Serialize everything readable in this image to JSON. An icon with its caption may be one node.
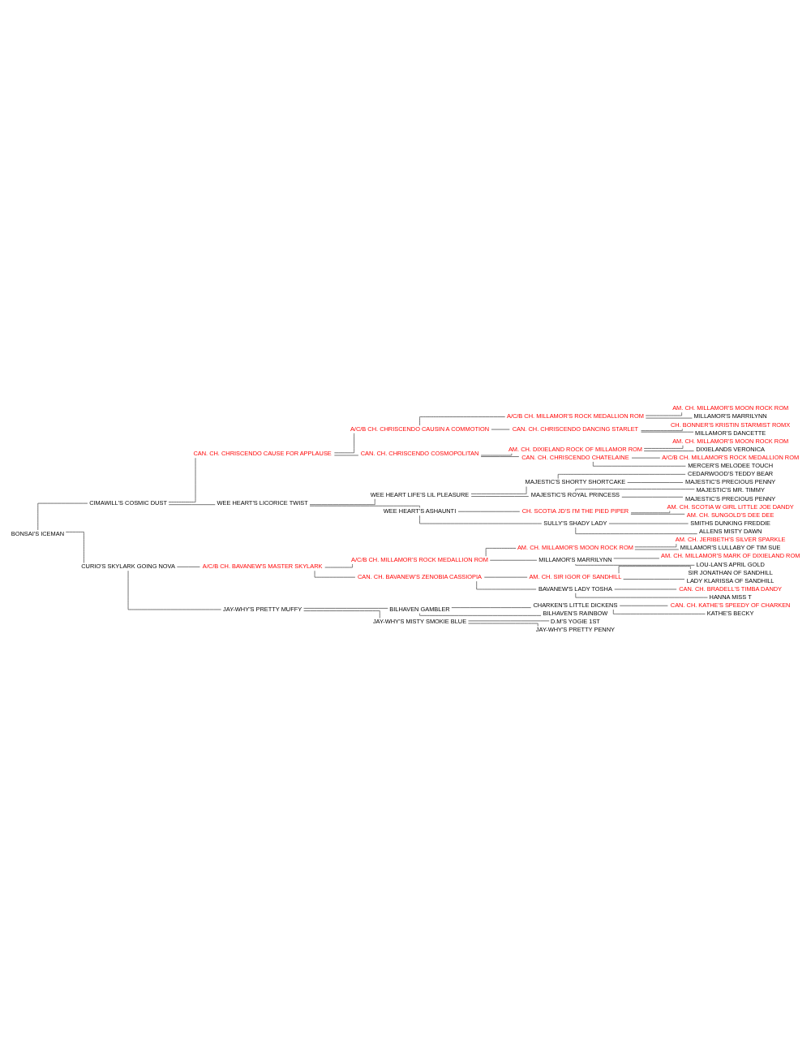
{
  "diagram": {
    "nodes": [
      {
        "text": [
          "AM. CH. MILLAMOR'S MOON ROCK ROM"
        ]
      },
      {
        "text": [
          "A/C/B CH. MILLAMOR'S ROCK MEDALLION ROM"
        ]
      },
      {
        "text": [
          "MILLAMOR'S MARRILYNN"
        ]
      },
      {
        "text": [
          "A/C/B CH. CHRISCENDO CAUSIN A COMMOTION"
        ]
      },
      {
        "text": [
          "CH. BONNER'S KRISTIN STARMIST ROMX"
        ]
      },
      {
        "text": [
          "CAN. CH. CHRISCENDO DANCING STARLET"
        ]
      },
      {
        "text": [
          "MILLAMOR'S DANCETTE"
        ]
      },
      {
        "text": [
          "CAN. CH. CHRISCENDO CAUSE FOR APPLAUSE"
        ]
      },
      {
        "text": [
          "AM. CH. MILLAMOR'S MOON ROCK ROM"
        ]
      },
      {
        "text": [
          "AM. CH. DIXIELAND ROCK OF MILLAMOR ROM"
        ]
      },
      {
        "text": [
          "DIXIELANDS VERONICA"
        ]
      },
      {
        "text": [
          "CAN. CH. CHRISCENDO COSMOPOLITAN"
        ]
      },
      {
        "text": [
          "A/C/B CH. MILLAMOR'S ROCK MEDALLION ROM"
        ]
      },
      {
        "text": [
          "CAN. CH. CHRISCENDO CHATELAINE"
        ]
      },
      {
        "text": [
          "MERCER'S MELODEE TOUCH"
        ]
      },
      {
        "text": [
          "CIMAWILL'S COSMIC DUST"
        ]
      },
      {
        "text": [
          "CEDARWOOD'S TEDDY BEAR"
        ]
      },
      {
        "text": [
          "MAJESTIC'S SHORTY SHORTCAKE"
        ]
      },
      {
        "text": [
          "MAJESTIC'S PRECIOUS PENNY"
        ]
      },
      {
        "text": [
          "WEE HEART LIFE'S LIL PLEASURE"
        ]
      },
      {
        "text": [
          "MAJESTIC'S MR. TIMMY"
        ]
      },
      {
        "text": [
          "MAJESTIC'S ROYAL PRINCESS"
        ]
      },
      {
        "text": [
          "MAJESTIC'S PRECIOUS PENNY"
        ]
      },
      {
        "text": [
          "WEE HEART'S LICORICE TWIST"
        ]
      },
      {
        "text": [
          "AM. CH. SCOTIA W GIRL LITTLE JOE DANDY"
        ]
      },
      {
        "text": [
          "CH. SCOTIA JD'S I'M THE PIED PIPER"
        ]
      },
      {
        "text": [
          "AM. CH. SUNGOLD'S DEE DEE"
        ]
      },
      {
        "text": [
          "WEE HEART'S ASHAUNTI"
        ]
      },
      {
        "text": [
          "SMITHS DUNKING FREDDIE"
        ]
      },
      {
        "text": [
          "SULLY'S SHADY LADY"
        ]
      },
      {
        "text": [
          "ALLENS MISTY DAWN"
        ]
      },
      {
        "text": [
          "BONSAI'S ICEMAN"
        ]
      },
      {
        "text": [
          "AM. CH. JERIBETH'S SILVER SPARKLE"
        ]
      },
      {
        "text": [
          "AM. CH. MILLAMOR'S MOON ROCK ROM"
        ]
      },
      {
        "text": [
          "MILLAMOR'S LULLABY OF TIM SUE"
        ]
      },
      {
        "text": [
          "A/C/B CH. MILLAMOR'S ROCK MEDALLION ROM"
        ]
      },
      {
        "text": [
          "AM. CH. MILLAMOR'S MARK OF DIXIELAND ROM"
        ]
      },
      {
        "text": [
          "MILLAMOR'S MARRILYNN"
        ]
      },
      {
        "text": [
          "LOU-LAN'S APRIL GOLD"
        ]
      },
      {
        "text": [
          "A/C/B CH. BAVANEW'S MASTER SKYLARK"
        ]
      },
      {
        "text": [
          "SIR JONATHAN OF SANDHILL"
        ]
      },
      {
        "text": [
          "AM. CH. SIR IGOR OF SANDHILL"
        ]
      },
      {
        "text": [
          "LADY KLARISSA OF SANDHILL"
        ]
      },
      {
        "text": [
          "CAN. CH. BAVANEW'S ZENOBIA CASSIOPIA"
        ]
      },
      {
        "text": [
          "CAN. CH. BRADELL'S TIMBA DANDY"
        ]
      },
      {
        "text": [
          "BAVANEW'S LADY TOSHA"
        ]
      },
      {
        "text": [
          "HANNA MISS T"
        ]
      },
      {
        "text": [
          "CURIO'S SKYLARK GOING NOVA"
        ]
      },
      {
        "text": [
          "CAN. CH. KATHE'S SPEEDY OF CHARKEN"
        ]
      },
      {
        "text": [
          "CHARKEN'S LITTLE DICKENS"
        ]
      },
      {
        "text": [
          "KATHE'S BECKY"
        ]
      },
      {
        "text": [
          "BILHAVEN GAMBLER"
        ]
      },
      {
        "text": [
          "BILHAVEN'S RAINBOW"
        ]
      },
      {
        "text": [
          "JAY-WHY'S PRETTY MUFFY"
        ]
      },
      {
        "text": [
          "D.M'S YOGIE 1ST"
        ]
      },
      {
        "text": [
          "JAY-WHY'S MISTY SMOKIE BLUE"
        ]
      },
      {
        "text": [
          "JAY-WHY'S PRETTY PENNY"
        ]
      }
    ],
    "edges": [
      {
        "from": 31,
        "to": 15,
        "arrow": "none"
      },
      {
        "from": 31,
        "to": 47,
        "arrow": "none"
      },
      {
        "from": 15,
        "to": 7,
        "arrow": "none"
      },
      {
        "from": 15,
        "to": 23,
        "arrow": "none"
      },
      {
        "from": 7,
        "to": 3,
        "arrow": "none"
      },
      {
        "from": 7,
        "to": 11,
        "arrow": "none"
      },
      {
        "from": 3,
        "to": 1,
        "arrow": "none"
      },
      {
        "from": 3,
        "to": 5,
        "arrow": "none"
      },
      {
        "from": 1,
        "to": 0,
        "arrow": "none"
      },
      {
        "from": 1,
        "to": 2,
        "arrow": "none"
      },
      {
        "from": 5,
        "to": 4,
        "arrow": "none"
      },
      {
        "from": 5,
        "to": 6,
        "arrow": "none"
      },
      {
        "from": 11,
        "to": 9,
        "arrow": "none"
      },
      {
        "from": 11,
        "to": 13,
        "arrow": "none"
      },
      {
        "from": 9,
        "to": 8,
        "arrow": "none"
      },
      {
        "from": 9,
        "to": 10,
        "arrow": "none"
      },
      {
        "from": 13,
        "to": 12,
        "arrow": "none"
      },
      {
        "from": 13,
        "to": 14,
        "arrow": "none"
      },
      {
        "from": 23,
        "to": 19,
        "arrow": "none"
      },
      {
        "from": 23,
        "to": 27,
        "arrow": "none"
      },
      {
        "from": 19,
        "to": 17,
        "arrow": "none"
      },
      {
        "from": 19,
        "to": 21,
        "arrow": "none"
      },
      {
        "from": 17,
        "to": 16,
        "arrow": "none"
      },
      {
        "from": 17,
        "to": 18,
        "arrow": "none"
      },
      {
        "from": 21,
        "to": 20,
        "arrow": "none"
      },
      {
        "from": 21,
        "to": 22,
        "arrow": "none"
      },
      {
        "from": 27,
        "to": 25,
        "arrow": "none"
      },
      {
        "from": 27,
        "to": 29,
        "arrow": "none"
      },
      {
        "from": 25,
        "to": 24,
        "arrow": "none"
      },
      {
        "from": 25,
        "to": 26,
        "arrow": "none"
      },
      {
        "from": 29,
        "to": 28,
        "arrow": "none"
      },
      {
        "from": 29,
        "to": 30,
        "arrow": "none"
      },
      {
        "from": 47,
        "to": 39,
        "arrow": "none"
      },
      {
        "from": 47,
        "to": 53,
        "arrow": "none"
      },
      {
        "from": 39,
        "to": 35,
        "arrow": "none"
      },
      {
        "from": 39,
        "to": 43,
        "arrow": "none"
      },
      {
        "from": 35,
        "to": 33,
        "arrow": "none"
      },
      {
        "from": 35,
        "to": 37,
        "arrow": "none"
      },
      {
        "from": 33,
        "to": 32,
        "arrow": "none"
      },
      {
        "from": 33,
        "to": 34,
        "arrow": "none"
      },
      {
        "from": 37,
        "to": 36,
        "arrow": "none"
      },
      {
        "from": 37,
        "to": 38,
        "arrow": "none"
      },
      {
        "from": 43,
        "to": 41,
        "arrow": "none"
      },
      {
        "from": 43,
        "to": 45,
        "arrow": "none"
      },
      {
        "from": 41,
        "to": 40,
        "arrow": "none"
      },
      {
        "from": 41,
        "to": 42,
        "arrow": "none"
      },
      {
        "from": 45,
        "to": 44,
        "arrow": "none"
      },
      {
        "from": 45,
        "to": 46,
        "arrow": "none"
      },
      {
        "from": 53,
        "to": 51,
        "arrow": "none"
      },
      {
        "from": 53,
        "to": 55,
        "arrow": "none"
      },
      {
        "from": 51,
        "to": 49,
        "arrow": "none"
      },
      {
        "from": 51,
        "to": 52,
        "arrow": "none"
      },
      {
        "from": 49,
        "to": 48,
        "arrow": "none"
      },
      {
        "from": 49,
        "to": 50,
        "arrow": "none"
      },
      {
        "from": 55,
        "to": 54,
        "arrow": "none"
      },
      {
        "from": 55,
        "to": 56,
        "arrow": "none"
      }
    ]
  }
}
